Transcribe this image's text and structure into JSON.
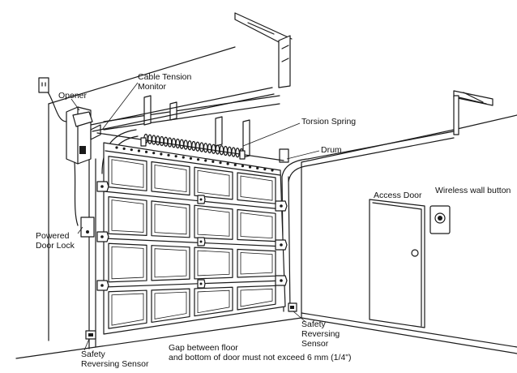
{
  "labels": {
    "opener": "Opener",
    "cable_tension_line1": "Cable Tension",
    "cable_tension_line2": "Monitor",
    "torsion_spring": "Torsion Spring",
    "drum": "Drum",
    "access_door": "Access Door",
    "wireless_wall_button": "Wireless wall button",
    "powered_door_lock_line1": "Powered",
    "powered_door_lock_line2": "Door Lock",
    "safety_sensor_right_line1": "Safety",
    "safety_sensor_right_line2": "Reversing",
    "safety_sensor_right_line3": "Sensor",
    "safety_sensor_left_line1": "Safety",
    "safety_sensor_left_line2": "Reversing Sensor",
    "gap_note_line1": "Gap between floor",
    "gap_note_line2": "and bottom of door must not exceed 6 mm (1/4\")"
  }
}
